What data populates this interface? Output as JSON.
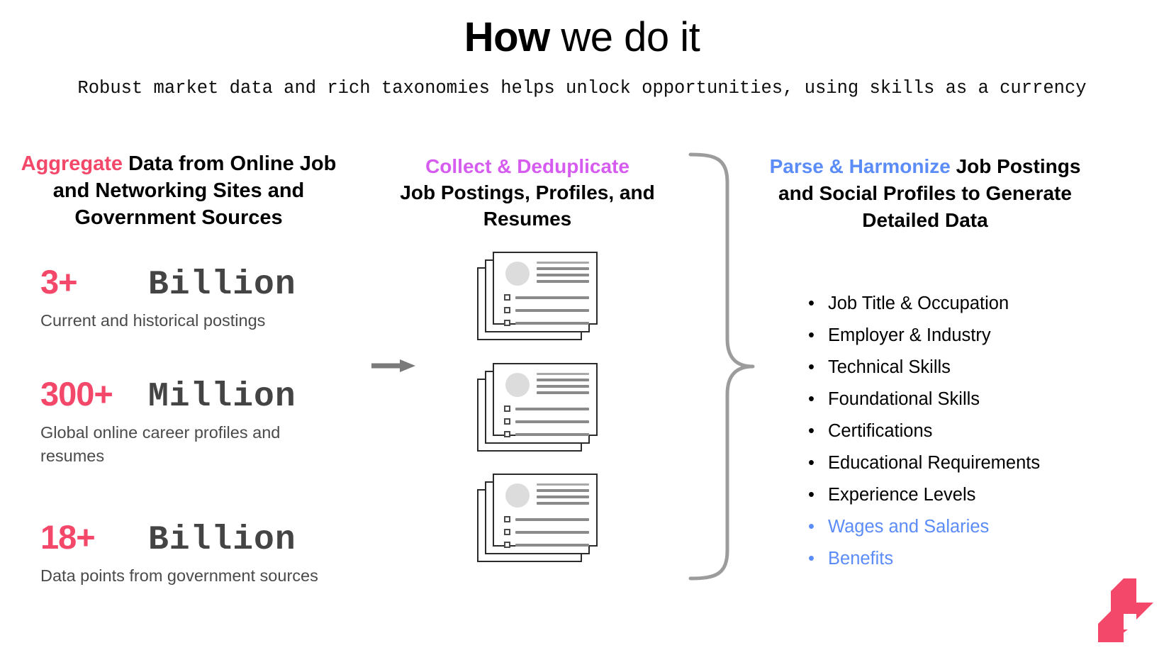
{
  "header": {
    "title_strong": "How",
    "title_rest": " we do it",
    "subtitle": "Robust market data and rich taxonomies helps unlock opportunities, using skills as a currency"
  },
  "colors": {
    "pink": "#f4486a",
    "purple": "#d65cf0",
    "blue": "#5b8cf7",
    "dark_gray": "#444444",
    "body_gray": "#4a4a4a",
    "brace_gray": "#9c9c9c",
    "arrow_gray": "#7a7a7a"
  },
  "columns": {
    "left": {
      "heading_accent": "Aggregate",
      "heading_rest": " Data from Online Job and Networking Sites and Government Sources",
      "stats": [
        {
          "number": "3+",
          "unit": "Billion",
          "description": "Current and historical postings"
        },
        {
          "number": "300+",
          "unit": "Million",
          "description": "Global online career profiles and resumes"
        },
        {
          "number": "18+",
          "unit": "Billion",
          "description": "Data points from government sources"
        }
      ]
    },
    "middle": {
      "heading_accent": "Collect & Deduplicate",
      "heading_rest": "Job Postings, Profiles, and Resumes",
      "document_stacks": 3,
      "sheets_per_stack": 3
    },
    "right": {
      "heading_accent": "Parse & Harmonize",
      "heading_rest": " Job Postings and Social Profiles to Generate Detailed Data",
      "bullets": [
        {
          "label": "Job Title & Occupation",
          "highlighted": false
        },
        {
          "label": "Employer & Industry",
          "highlighted": false
        },
        {
          "label": "Technical Skills",
          "highlighted": false
        },
        {
          "label": "Foundational Skills",
          "highlighted": false
        },
        {
          "label": "Certifications",
          "highlighted": false
        },
        {
          "label": "Educational Requirements",
          "highlighted": false
        },
        {
          "label": "Experience Levels",
          "highlighted": false
        },
        {
          "label": "Wages and Salaries",
          "highlighted": true
        },
        {
          "label": "Benefits",
          "highlighted": true
        }
      ],
      "bullet_glyph": "•"
    }
  },
  "icons": {
    "flow_arrow": "right-arrow-icon",
    "brace": "curly-brace-icon",
    "logo": "lightcast-logo-icon"
  }
}
